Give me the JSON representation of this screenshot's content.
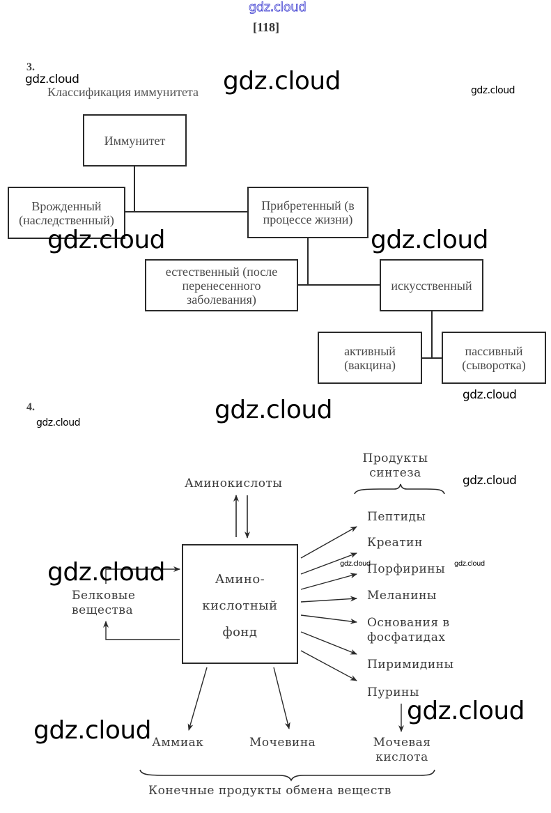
{
  "header": {
    "watermark": "gdz.cloud",
    "page_number": "[118]"
  },
  "watermark_text": "gdz.cloud",
  "task3": {
    "number": "3.",
    "title": "Классификация иммунитета",
    "nodes": {
      "root": "Иммунитет",
      "innate": [
        "Врожденный",
        "(наследственный)"
      ],
      "acquired": [
        "Прибретенный (в",
        "процессе жизни)"
      ],
      "natural": [
        "естественный (после",
        "перенесенного",
        "заболевания)"
      ],
      "artificial": "искусственный",
      "active": [
        "активный",
        "(вакцина)"
      ],
      "passive": [
        "пассивный",
        "(сыворотка)"
      ]
    }
  },
  "task4": {
    "number": "4.",
    "amino_acids": "Аминокислоты",
    "synthesis_header": [
      "Продукты",
      "синтеза"
    ],
    "center_box": [
      "Амино-",
      "кислотный",
      "фонд"
    ],
    "proteins": [
      "Белковые",
      "вещества"
    ],
    "synthesis_products": [
      "Пептиды",
      "Креатин",
      "Порфирины",
      "Меланины",
      "Основания в",
      "фосфатидах",
      "Пиримидины",
      "Пурины"
    ],
    "end_products": [
      "Аммиак",
      "Мочевина",
      "Мочевая",
      "кислота"
    ],
    "end_products_caption": "Конечные продукты обмена веществ"
  }
}
